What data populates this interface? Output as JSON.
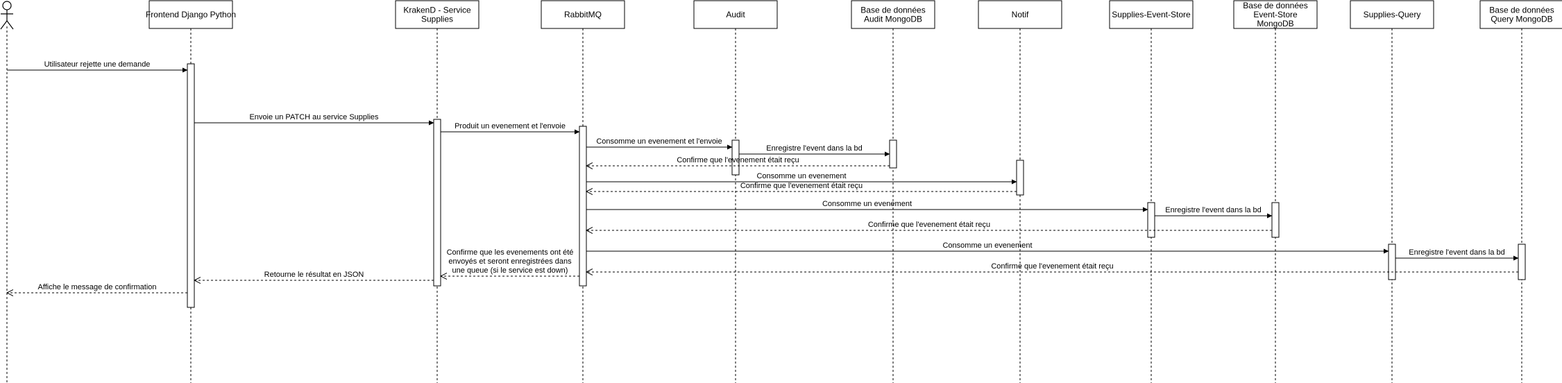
{
  "participants": [
    {
      "id": "user",
      "kind": "actor",
      "label": ""
    },
    {
      "id": "frontend",
      "kind": "box",
      "lines": [
        "Frontend Django Python"
      ]
    },
    {
      "id": "krakend",
      "kind": "box",
      "lines": [
        "KrakenD - Service",
        "Supplies"
      ]
    },
    {
      "id": "rabbitmq",
      "kind": "box",
      "lines": [
        "RabbitMQ"
      ]
    },
    {
      "id": "audit",
      "kind": "box",
      "lines": [
        "Audit"
      ]
    },
    {
      "id": "auditdb",
      "kind": "box",
      "lines": [
        "Base de données",
        "Audit MongoDB"
      ]
    },
    {
      "id": "notif",
      "kind": "box",
      "lines": [
        "Notif"
      ]
    },
    {
      "id": "eventstore",
      "kind": "box",
      "lines": [
        "Supplies-Event-Store"
      ]
    },
    {
      "id": "eventstoredb",
      "kind": "box",
      "lines": [
        "Base de données",
        "Event-Store",
        "MongoDB"
      ]
    },
    {
      "id": "query",
      "kind": "box",
      "lines": [
        "Supplies-Query"
      ]
    },
    {
      "id": "querydb",
      "kind": "box",
      "lines": [
        "Base de données",
        "Query MongoDB"
      ]
    }
  ],
  "messages": [
    {
      "from": "user",
      "to": "frontend",
      "label": [
        "Utilisateur rejette une demande"
      ],
      "style": "solid"
    },
    {
      "from": "frontend",
      "to": "krakend",
      "label": [
        "Envoie un PATCH au service Supplies"
      ],
      "style": "solid"
    },
    {
      "from": "krakend",
      "to": "rabbitmq",
      "label": [
        "Produit un evenement et l'envoie"
      ],
      "style": "solid"
    },
    {
      "from": "rabbitmq",
      "to": "audit",
      "label": [
        "Consomme un evenement et l'envoie"
      ],
      "style": "solid"
    },
    {
      "from": "audit",
      "to": "auditdb",
      "label": [
        "Enregistre l'event dans la bd"
      ],
      "style": "solid"
    },
    {
      "from": "auditdb",
      "to": "rabbitmq",
      "label": [
        "Confirme que l'evenement était reçu"
      ],
      "style": "dashed"
    },
    {
      "from": "rabbitmq",
      "to": "notif",
      "label": [
        "Consomme un evenement"
      ],
      "style": "solid"
    },
    {
      "from": "notif",
      "to": "rabbitmq",
      "label": [
        "Confirme que l'evenement était reçu"
      ],
      "style": "dashed"
    },
    {
      "from": "rabbitmq",
      "to": "eventstore",
      "label": [
        "Consomme un evenement"
      ],
      "style": "solid"
    },
    {
      "from": "eventstore",
      "to": "eventstoredb",
      "label": [
        "Enregistre l'event dans la bd"
      ],
      "style": "solid"
    },
    {
      "from": "eventstoredb",
      "to": "rabbitmq",
      "label": [
        "Confirme que l'evenement était reçu"
      ],
      "style": "dashed"
    },
    {
      "from": "rabbitmq",
      "to": "query",
      "label": [
        "Consomme un evenement"
      ],
      "style": "solid"
    },
    {
      "from": "query",
      "to": "querydb",
      "label": [
        "Enregistre l'event dans la bd"
      ],
      "style": "solid"
    },
    {
      "from": "querydb",
      "to": "rabbitmq",
      "label": [
        "Confirme que l'evenement était reçu"
      ],
      "style": "dashed"
    },
    {
      "from": "rabbitmq",
      "to": "krakend",
      "label": [
        "Confirme que les evenements ont été",
        "envoyés et seront enregistrées dans",
        "une queue (si le service est down)"
      ],
      "style": "dashed"
    },
    {
      "from": "krakend",
      "to": "frontend",
      "label": [
        "Retourne le résultat en JSON"
      ],
      "style": "dashed"
    },
    {
      "from": "frontend",
      "to": "user",
      "label": [
        "Affiche le message de confirmation"
      ],
      "style": "dashed"
    }
  ]
}
